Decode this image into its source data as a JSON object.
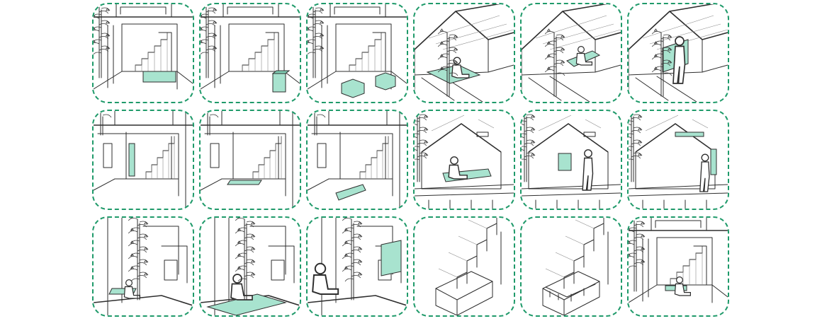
{
  "colors": {
    "border": "#1f9a6a",
    "accent": "#a8e3cf",
    "accent_dark": "#7fcdb3",
    "line": "#2e2e2e"
  },
  "panels": [
    {
      "name": "panel-stair-bench",
      "scene": "stair",
      "variant": "bench"
    },
    {
      "name": "panel-stair-boxes",
      "scene": "stair",
      "variant": "boxes"
    },
    {
      "name": "panel-stair-blocks",
      "scene": "stair",
      "variant": "blocks"
    },
    {
      "name": "panel-attic-person-floor",
      "scene": "attic",
      "variant": "floor"
    },
    {
      "name": "panel-attic-person-roof",
      "scene": "attic",
      "variant": "roof"
    },
    {
      "name": "panel-attic-standing",
      "scene": "attic",
      "variant": "stand"
    },
    {
      "name": "panel-room-panel",
      "scene": "room",
      "variant": "panel"
    },
    {
      "name": "panel-room-table",
      "scene": "room",
      "variant": "table"
    },
    {
      "name": "panel-room-bench",
      "scene": "room",
      "variant": "bench"
    },
    {
      "name": "panel-loft-reading",
      "scene": "loft",
      "variant": "read"
    },
    {
      "name": "panel-loft-standing",
      "scene": "loft",
      "variant": "stand"
    },
    {
      "name": "panel-loft-shelf",
      "scene": "loft",
      "variant": "shelf"
    },
    {
      "name": "panel-tree-desk",
      "scene": "tree",
      "variant": "desk"
    },
    {
      "name": "panel-tree-platform",
      "scene": "tree",
      "variant": "platform"
    },
    {
      "name": "panel-tree-screen",
      "scene": "tree",
      "variant": "screen"
    },
    {
      "name": "panel-cabinet-stairs",
      "scene": "cabinet",
      "variant": "plain"
    },
    {
      "name": "panel-cabinet-cubbies",
      "scene": "cabinet",
      "variant": "cubby"
    },
    {
      "name": "panel-stair-desk-seated",
      "scene": "stair",
      "variant": "desk"
    }
  ]
}
